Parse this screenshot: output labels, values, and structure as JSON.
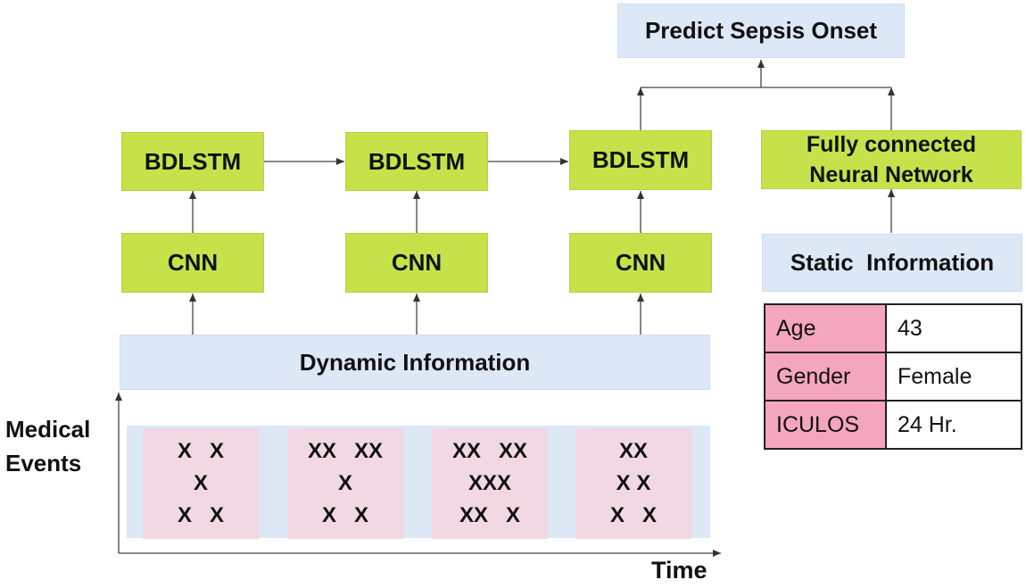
{
  "output": {
    "label": "Predict Sepsis Onset"
  },
  "bdlstm": [
    "BDLSTM",
    "BDLSTM",
    "BDLSTM"
  ],
  "cnn": [
    "CNN",
    "CNN",
    "CNN"
  ],
  "fc": {
    "line1": "Fully connected",
    "line2": "Neural Network"
  },
  "static_info": {
    "label": "Static  Information"
  },
  "dynamic_info": {
    "label": "Dynamic Information"
  },
  "axis": {
    "y_label_line1": "Medical",
    "y_label_line2": "Events",
    "x_label": "Time"
  },
  "event_groups": [
    [
      "X   X",
      "X",
      "X   X"
    ],
    [
      "XX   XX",
      "X",
      "X   X"
    ],
    [
      "XX   XX",
      "XXX",
      "XX   X"
    ],
    [
      "XX",
      "X X",
      "X   X"
    ]
  ],
  "static_table": [
    {
      "key": "Age",
      "value": "43"
    },
    {
      "key": "Gender",
      "value": "Female"
    },
    {
      "key": "ICULOS",
      "value": "24 Hr."
    }
  ],
  "colors": {
    "green": "#c6e24a",
    "blue": "#dde8f6",
    "pink": "#f1d8e2",
    "table_pink": "#f4a6bd"
  }
}
